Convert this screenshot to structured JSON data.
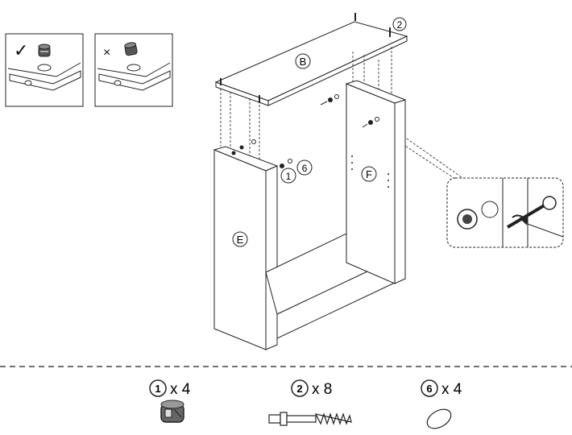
{
  "panels": {
    "top_panel_label": "B",
    "side_panel_left_label": "E",
    "side_panel_right_label": "F"
  },
  "callouts": {
    "cam_lock_number": "1",
    "dowel_cover_number": "6",
    "cam_bolt_number": "2"
  },
  "hint_boxes": {
    "correct_mark": "✓",
    "wrong_mark": "×"
  },
  "parts": [
    {
      "number": "1",
      "quantity": "x 4",
      "icon": "cam-lock-icon"
    },
    {
      "number": "2",
      "quantity": "x 8",
      "icon": "cam-bolt-icon"
    },
    {
      "number": "6",
      "quantity": "x 4",
      "icon": "cover-cap-icon"
    }
  ],
  "colors": {
    "line": "#222222",
    "panel_fill": "#ffffff",
    "dashed": "#444444"
  }
}
